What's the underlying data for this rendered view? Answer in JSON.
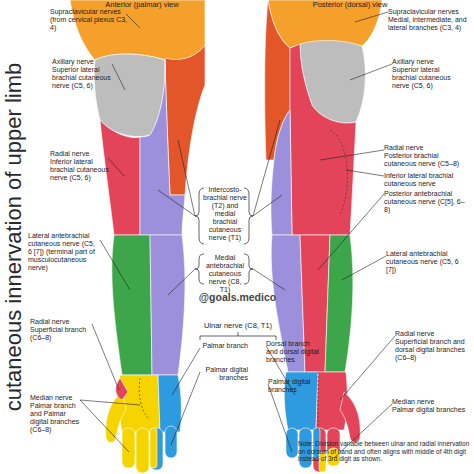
{
  "diagram": {
    "title": "cutaneous innervation of upper limb",
    "labels": [
      "Anterior (palmar) view",
      "Posterior (dorsal) view",
      "Supraclavicular nerves (from cervical plexus C3, 4)",
      "Supraclavicular nerves",
      "Medial, intermediate, and lateral branches (C3, 4)",
      "Axillary nerve",
      "Superior lateral brachial cutaneous nerve (C5, 6)",
      "Axillary nerve",
      "Superior lateral brachial cutaneous nerve (C5, 6)",
      "Radial nerve",
      "Inferior lateral brachial cutaneous nerve (C5, 6)",
      "Radial nerve",
      "Posterior brachial cutaneous nerve (C5–8)",
      "Inferior lateral brachial cutaneous nerve",
      "Posterior antebrachial cutaneous nerve (C[5], 6–8)",
      "Intercosto-brachial nerve (T2) and medial brachial cutaneous nerve (T1)",
      "Lateral antebrachial cutaneous nerve (C5, 6 [7]) (terminal part of musculocutaneous nerve)",
      "Medial antebrachial cutaneous nerve (C8, T1)",
      "Lateral antebrachial cutaneous nerve (C5, 6 [7])",
      "@goals.medico",
      "Ulnar nerve (C8, T1)",
      "Radial nerve",
      "Superficial branch (C6–8)",
      "Palmar branch",
      "Dorsal branch and dorsal digital branches",
      "Radial nerve",
      "Superficial branch and dorsal digital branches (C6–8)",
      "Palmar digital branches",
      "Palmar digital branches",
      "Median nerve",
      "Palmar branch and Palmar digital branches (C6–8)",
      "Median nerve",
      "Palmar digital branches",
      "Note: Division variable between ulnar and radial innervation on dorsum of hand and often aligns with middle of 4th digit instead of 3rd digit as shown."
    ]
  }
}
